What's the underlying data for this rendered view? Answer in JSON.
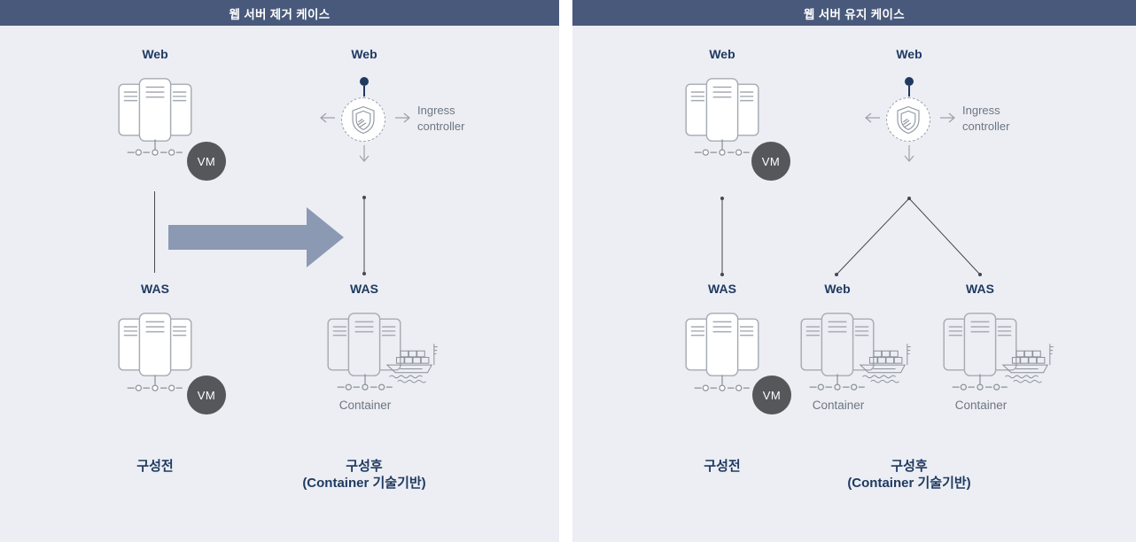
{
  "panels": [
    {
      "title": "웹 서버 제거 케이스",
      "before": {
        "top_label": "Web",
        "bottom_label": "WAS",
        "vm_badge": "VM",
        "caption": "구성전"
      },
      "after": {
        "top_label": "Web",
        "ingress_label": "Ingress controller",
        "bottom_label": "WAS",
        "container_label": "Container",
        "caption_line1": "구성후",
        "caption_line2": "(Container 기술기반)"
      }
    },
    {
      "title": "웹 서버 유지 케이스",
      "before": {
        "top_label": "Web",
        "bottom_label": "WAS",
        "vm_badge": "VM",
        "caption": "구성전"
      },
      "after": {
        "top_label": "Web",
        "ingress_label": "Ingress controller",
        "branch_left_label": "Web",
        "branch_right_label": "WAS",
        "container_left_label": "Container",
        "container_right_label": "Container",
        "caption_line1": "구성후",
        "caption_line2": "(Container 기술기반)"
      }
    }
  ],
  "colors": {
    "header_bg": "#48597B",
    "panel_bg": "#ECEEF4",
    "navy": "#1F3A60",
    "gray_text": "#6E7681",
    "vm_bg": "#55575B",
    "arrow_fill": "#8C99B3",
    "icon_stroke": "#A6ABB3",
    "icon_stroke_dark": "#8A9099",
    "line_color": "#45484E"
  }
}
